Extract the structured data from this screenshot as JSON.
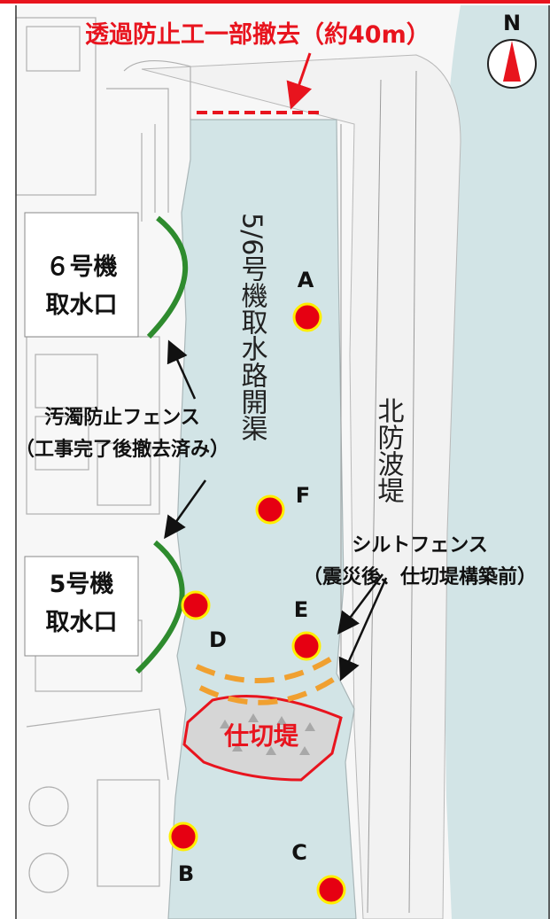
{
  "title": "透過防止工一部撤去（約40m）",
  "north": {
    "letter": "N"
  },
  "labels": {
    "unit6_line1": "６号機",
    "unit6_line2": "取水口",
    "unit5_line1": "5号機",
    "unit5_line2": "取水口",
    "channel": "5/6号機取水路開渠",
    "north_breakwater": "北防波堤",
    "turbidity_fence_line1": "汚濁防止フェンス",
    "turbidity_fence_line2": "（工事完了後撤去済み）",
    "silt_fence_line1": "シルトフェンス",
    "silt_fence_line2": "（震災後、仕切堤構築前）",
    "partition_dike": "仕切堤"
  },
  "points": [
    {
      "id": "A",
      "label": "A"
    },
    {
      "id": "F",
      "label": "F"
    },
    {
      "id": "D",
      "label": "D"
    },
    {
      "id": "E",
      "label": "E"
    },
    {
      "id": "B",
      "label": "B"
    },
    {
      "id": "C",
      "label": "C"
    }
  ],
  "colors": {
    "water": "#d2e4e6",
    "land": "#f7f7f7",
    "accent_red": "#e8141e",
    "point_red": "#e60012",
    "point_ring": "#ffee00",
    "fence_green": "#2e8b2e",
    "silt_orange": "#f0a030",
    "dike_fill": "#d6d6d6"
  }
}
